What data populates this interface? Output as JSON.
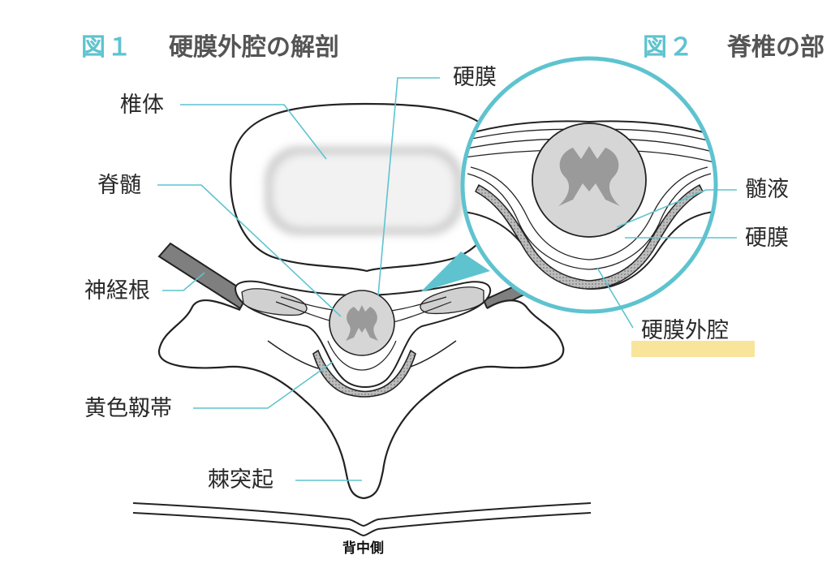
{
  "figure1": {
    "number": "図１",
    "title": "硬膜外腔の解剖"
  },
  "figure2": {
    "number": "図２",
    "title": "脊椎の部"
  },
  "labels": {
    "vertebral_body": "椎体",
    "spinal_cord": "脊髄",
    "nerve_root": "神経根",
    "ligamentum_flavum": "黄色靱帯",
    "spinous_process": "棘突起",
    "dura_top": "硬膜",
    "csf": "髄液",
    "dura_right": "硬膜",
    "epidural_space": "硬膜外腔",
    "dorsal_side": "背中側"
  },
  "colors": {
    "leader": "#5ec3cf",
    "outline": "#222222",
    "highlight": "#f8e59a",
    "gray_matter": "#9a9a9a",
    "cord": "#d6d6d6",
    "ligament": "#8f8f8f"
  }
}
